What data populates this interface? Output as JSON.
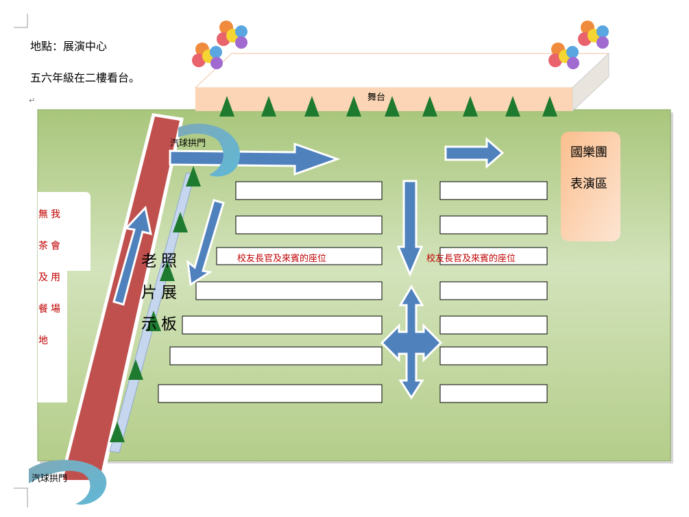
{
  "document": {
    "location_line": "地點：展演中心",
    "note_line": "五六年級在二樓看台。",
    "empty_paragraph_mark": "↵"
  },
  "diagram": {
    "stage_label": "舞台",
    "arch_top_label": "汽球拱門",
    "arch_bottom_label": "汽球拱門",
    "seat_label_left": "校友長官及來賓的座位",
    "seat_label_right": "校友長官及來賓的座位",
    "band_area_label": "國樂團表演區",
    "tea_area_label": "無我茶會及用餐場地",
    "photo_board_label": "老照片展示板"
  },
  "colors": {
    "lawn": "#b5cf8a",
    "red_carpet": "#c0504d",
    "arrow_blue": "#4f81bd",
    "stage_peach": "#fbd5b5",
    "band_area": "#fbc9a0"
  }
}
